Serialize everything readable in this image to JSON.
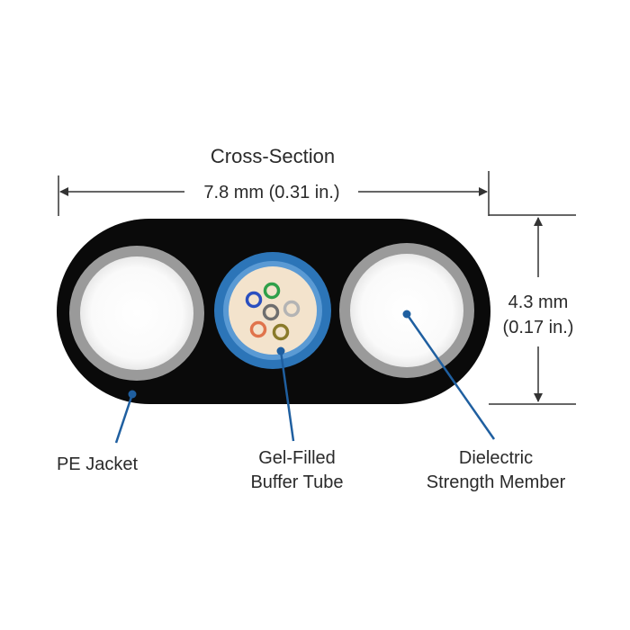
{
  "title": "Cross-Section",
  "width_dimension": "7.8 mm (0.31 in.)",
  "height_dimension": {
    "line1": "4.3 mm",
    "line2": "(0.17 in.)"
  },
  "callouts": {
    "pe_jacket": {
      "line1": "PE Jacket"
    },
    "buffer_tube": {
      "line1": "Gel-Filled",
      "line2": "Buffer Tube"
    },
    "strength_member": {
      "line1": "Dielectric",
      "line2": "Strength Member"
    }
  },
  "colors": {
    "jacket": "#0a0a0a",
    "strength_ring": "#9a9a9a",
    "buffer_tube": "#2c75b8",
    "gel": "#f3e3cc",
    "leader": "#1f5fa0",
    "dimension": "#333333",
    "fibers": [
      "#2a4fc0",
      "#2fa04a",
      "#b4b4b4",
      "#8a8a8a",
      "#e0744c",
      "#8a7a2a"
    ]
  },
  "fiber_count": 6
}
